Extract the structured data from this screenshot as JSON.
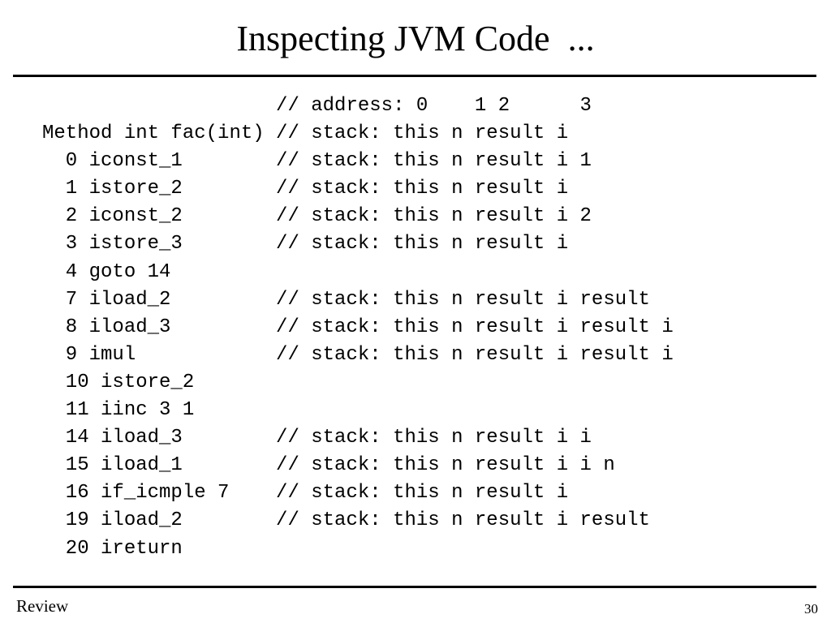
{
  "slide": {
    "title": "Inspecting JVM Code  ...",
    "footer_left": "Review",
    "page_number": "30"
  },
  "code_lines": [
    "                    // address: 0    1 2      3",
    "Method int fac(int) // stack: this n result i",
    "  0 iconst_1        // stack: this n result i 1",
    "  1 istore_2        // stack: this n result i",
    "  2 iconst_2        // stack: this n result i 2",
    "  3 istore_3        // stack: this n result i",
    "  4 goto 14",
    "  7 iload_2         // stack: this n result i result",
    "  8 iload_3         // stack: this n result i result i",
    "  9 imul            // stack: this n result i result i",
    "  10 istore_2",
    "  11 iinc 3 1",
    "  14 iload_3        // stack: this n result i i",
    "  15 iload_1        // stack: this n result i i n",
    "  16 if_icmple 7    // stack: this n result i",
    "  19 iload_2        // stack: this n result i result",
    "  20 ireturn"
  ]
}
